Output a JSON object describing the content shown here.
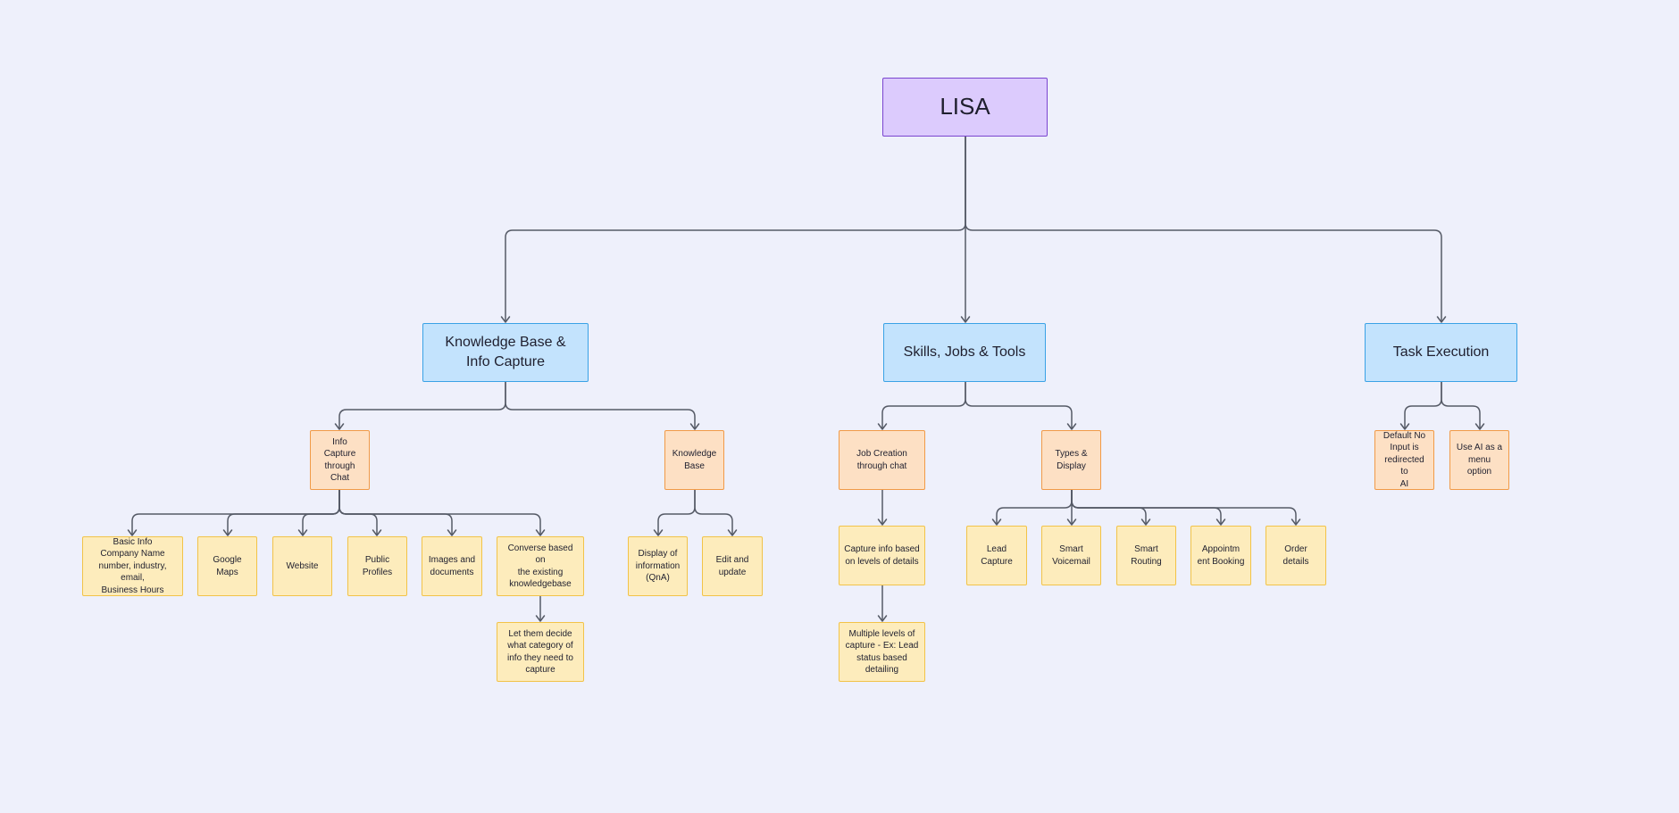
{
  "diagram": {
    "root": {
      "label": "LISA"
    },
    "categories": [
      {
        "label": "Knowledge Base & Info Capture"
      },
      {
        "label": "Skills, Jobs & Tools"
      },
      {
        "label": "Task Execution"
      }
    ],
    "knowledge_base": {
      "info_capture": "Info Capture\nthrough\nChat",
      "knowledge_base_node": "Knowledge\nBase",
      "info_capture_children": [
        "Basic Info\nCompany Name\nnumber, industry, email,\nBusiness Hours",
        "Google\nMaps",
        "Website",
        "Public\nProfiles",
        "Images and\ndocuments",
        "Converse based on\nthe existing\nknowledgebase"
      ],
      "converse_child": "Let them decide\nwhat category of\ninfo they need to\ncapture",
      "knowledge_base_children": [
        "Display of\ninformation\n(QnA)",
        "Edit and\nupdate"
      ]
    },
    "skills": {
      "job_creation": "Job Creation\nthrough chat",
      "types_display": "Types &\nDisplay",
      "job_chain": [
        "Capture info based\non levels of details",
        "Multiple levels of\ncapture - Ex: Lead\nstatus based\ndetailing"
      ],
      "types_children": [
        "Lead\nCapture",
        "Smart\nVoicemail",
        "Smart\nRouting",
        "Appointm\nent Booking",
        "Order details"
      ]
    },
    "task_execution": {
      "children": [
        "Default No\nInput is\nredirected to\nAI",
        "Use AI as a\nmenu option"
      ]
    }
  },
  "colors": {
    "background": "#eef0fb",
    "root_fill": "#dccbfd",
    "root_border": "#7a45cf",
    "category_fill": "#c3e3fd",
    "category_border": "#3aa2e6",
    "sub_fill": "#fde0c4",
    "sub_border": "#f19a47",
    "leaf_fill": "#fdecbc",
    "leaf_border": "#f2c348",
    "connector": "#555a66"
  }
}
